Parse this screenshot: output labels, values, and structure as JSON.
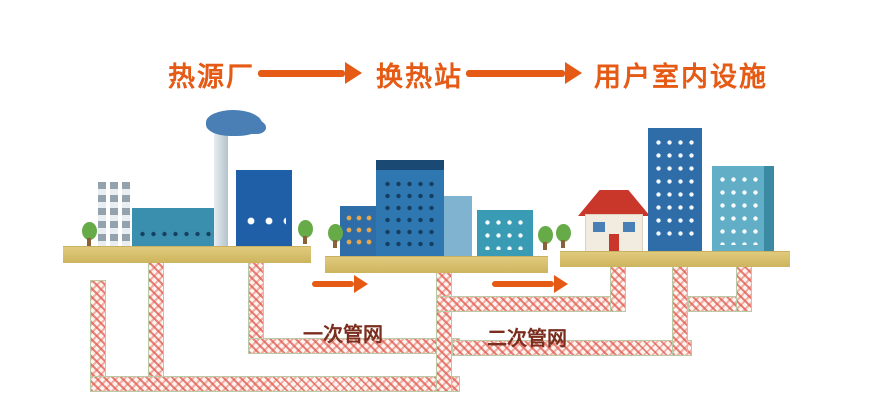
{
  "flow": {
    "step1": "热源厂",
    "step2": "换热站",
    "step3": "用户室内设施"
  },
  "pipe_labels": {
    "primary": "一次管网",
    "secondary": "二次管网"
  },
  "colors": {
    "accent_orange": "#e55a14",
    "label_maroon": "#7b2d1e",
    "ground_tan": "#d9c272",
    "building_dark_blue": "#1f5fa8",
    "building_mid_blue": "#2e77b0",
    "building_teal": "#3a9bb5",
    "pipe_red": "#e05a4e",
    "tree_green": "#67ab49",
    "smoke_blue": "#4a7fb5",
    "roof_red": "#c9372b"
  }
}
